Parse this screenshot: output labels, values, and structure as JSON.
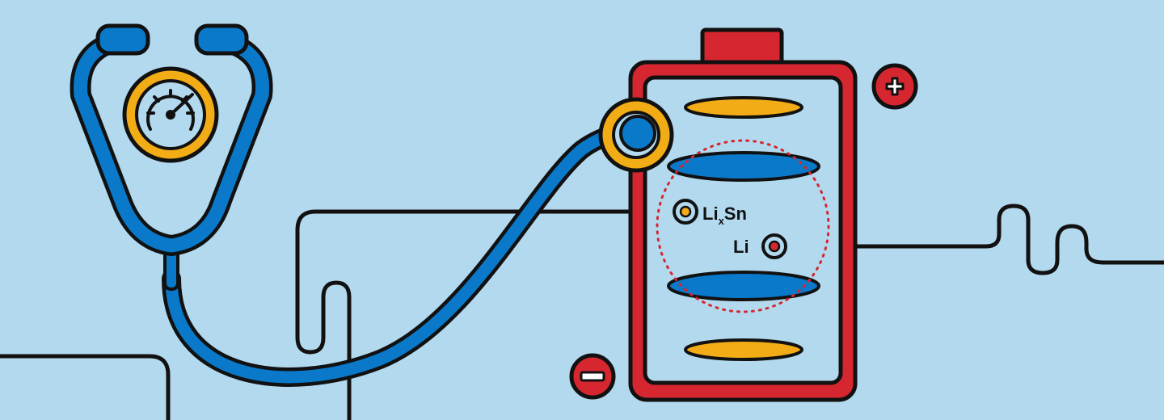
{
  "scene": {
    "colors": {
      "background": "#b3d9ee",
      "stethoscope_blue": "#0a79c9",
      "battery_red": "#d62630",
      "gold": "#f2ac16",
      "outline": "#111111",
      "dotted_circle": "#d62630"
    },
    "labels": {
      "lixsn_base": "Li",
      "lixsn_subscript": "x",
      "lixsn_suffix": "Sn",
      "li": "Li"
    },
    "terminals": {
      "positive_symbol": "+",
      "negative_symbol": "−"
    },
    "icons": [
      "stethoscope-icon",
      "pressure-gauge-icon",
      "battery-icon",
      "plus-terminal-icon",
      "minus-terminal-icon"
    ]
  }
}
